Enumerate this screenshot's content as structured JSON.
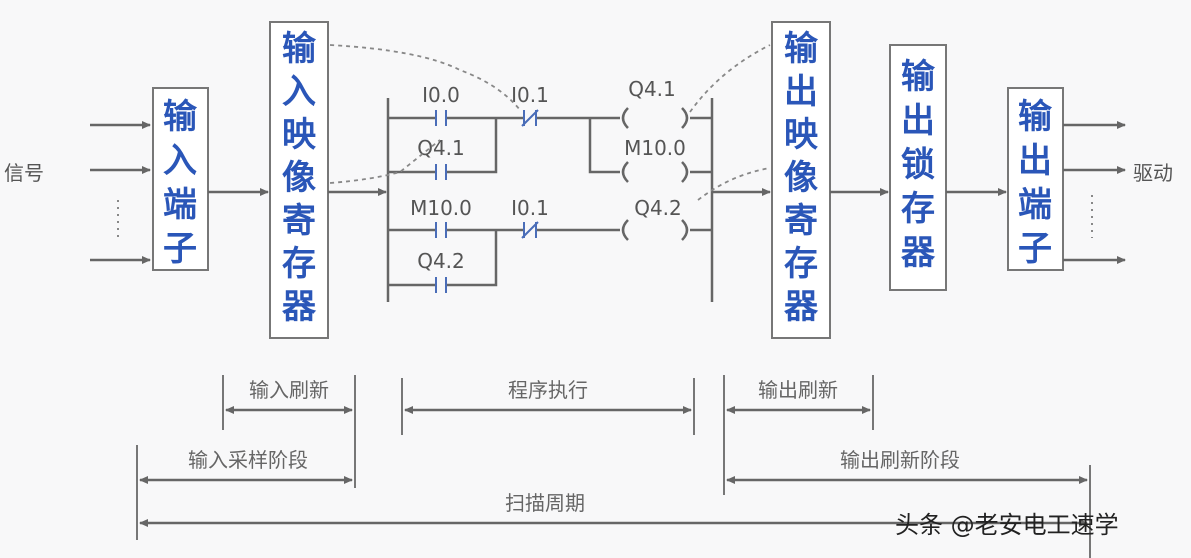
{
  "signals": {
    "input": "信号",
    "output": "驱动"
  },
  "blocks": {
    "input_terminal": [
      "输",
      "入",
      "端",
      "子"
    ],
    "input_image": [
      "输",
      "入",
      "映",
      "像",
      "寄",
      "存",
      "器"
    ],
    "output_image": [
      "输",
      "出",
      "映",
      "像",
      "寄",
      "存",
      "器"
    ],
    "output_latch": [
      "输",
      "出",
      "锁",
      "存",
      "器"
    ],
    "output_terminal": [
      "输",
      "出",
      "端",
      "子"
    ]
  },
  "ladder": {
    "rung1": {
      "contact1": "I0.0",
      "branch_contact": "Q4.1",
      "nc_contact": "I0.1",
      "coil": "Q4.1",
      "branch_coil": "M10.0"
    },
    "rung2": {
      "contact1": "M10.0",
      "branch_contact": "Q4.2",
      "nc_contact": "I0.1",
      "coil": "Q4.2"
    }
  },
  "timeline": {
    "input_refresh": "输入刷新",
    "program_exec": "程序执行",
    "output_refresh": "输出刷新",
    "input_sampling": "输入采样阶段",
    "output_refresh_stage": "输出刷新阶段",
    "scan_cycle": "扫描周期"
  },
  "watermark": "头条 @老安电工速学"
}
